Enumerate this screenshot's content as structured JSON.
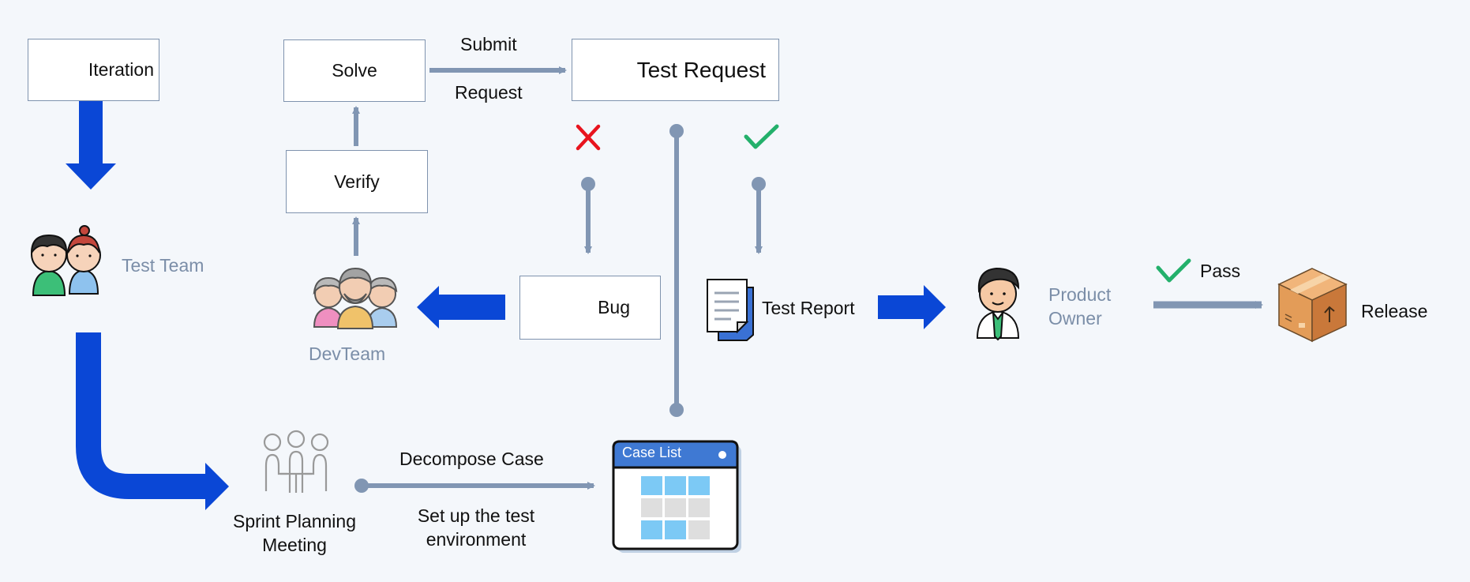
{
  "colors": {
    "background": "#f4f7fb",
    "connector": "#8196b3",
    "flow_arrow": "#0a47d6",
    "box_border": "#7f93ae",
    "secondary_text": "#7b8ea8",
    "reject": "#e8141e",
    "approve": "#23b06b"
  },
  "boxes": {
    "iteration": "Iteration",
    "solve": "Solve",
    "verify": "Verify",
    "test_request": "Test Request",
    "bug": "Bug"
  },
  "labels": {
    "submit": "Submit",
    "request": "Request",
    "test_team": "Test Team",
    "dev_team": "DevTeam",
    "test_report": "Test Report",
    "product_owner_line1": "Product",
    "product_owner_line2": "Owner",
    "pass": "Pass",
    "release": "Release",
    "sprint_line1": "Sprint Planning",
    "sprint_line2": "Meeting",
    "decompose_case": "Decompose Case",
    "setup_line1": "Set up the test",
    "setup_line2": "environment",
    "case_list": "Case List"
  },
  "icons": {
    "iteration": "running-person-icon",
    "test_request": "search-icon",
    "test_team": "people-icon",
    "dev_team": "developer-group-icon",
    "bug": "bug-icon",
    "test_report": "document-icon",
    "product_owner": "business-person-icon",
    "release": "package-box-icon",
    "sprint": "meeting-icon",
    "case_list": "case-list-board-icon",
    "reject": "cross-mark-icon",
    "approve": "check-mark-icon"
  }
}
